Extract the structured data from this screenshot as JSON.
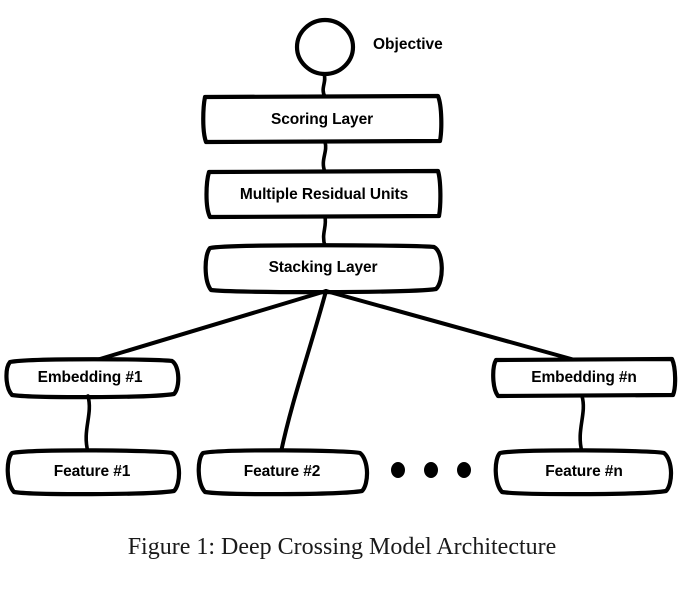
{
  "figure": {
    "caption": "Figure 1: Deep Crossing Model Architecture",
    "title_text": "Deep Crossing Model Architecture"
  },
  "chart_data": {
    "type": "diagram",
    "title": "Deep Crossing Model Architecture",
    "orientation": "bottom-up",
    "nodes": [
      {
        "id": "objective",
        "label": "Objective",
        "shape": "circle",
        "row": 0
      },
      {
        "id": "scoring_layer",
        "label": "Scoring Layer",
        "shape": "box",
        "row": 1
      },
      {
        "id": "residual_units",
        "label": "Multiple Residual Units",
        "shape": "box",
        "row": 2
      },
      {
        "id": "stacking_layer",
        "label": "Stacking Layer",
        "shape": "box",
        "row": 3
      },
      {
        "id": "embedding_1",
        "label": "Embedding #1",
        "shape": "box",
        "row": 4
      },
      {
        "id": "embedding_n",
        "label": "Embedding #n",
        "shape": "box",
        "row": 4
      },
      {
        "id": "feature_1",
        "label": "Feature #1",
        "shape": "box",
        "row": 5
      },
      {
        "id": "feature_2",
        "label": "Feature #2",
        "shape": "box",
        "row": 5
      },
      {
        "id": "feature_n",
        "label": "Feature #n",
        "shape": "box",
        "row": 5
      }
    ],
    "edges": [
      {
        "from": "scoring_layer",
        "to": "objective"
      },
      {
        "from": "residual_units",
        "to": "scoring_layer"
      },
      {
        "from": "stacking_layer",
        "to": "residual_units"
      },
      {
        "from": "embedding_1",
        "to": "stacking_layer"
      },
      {
        "from": "feature_2",
        "to": "stacking_layer"
      },
      {
        "from": "embedding_n",
        "to": "stacking_layer"
      },
      {
        "from": "feature_1",
        "to": "embedding_1"
      },
      {
        "from": "feature_n",
        "to": "embedding_n"
      }
    ],
    "ellipsis": {
      "label": "...",
      "dots": 3,
      "between": [
        "feature_2",
        "feature_n"
      ]
    },
    "style": {
      "stroke": "#000000",
      "fill": "#ffffff",
      "sketch": true
    }
  },
  "labels": {
    "objective": "Objective",
    "scoring_layer": "Scoring Layer",
    "residual_units": "Multiple Residual Units",
    "stacking_layer": "Stacking Layer",
    "embedding_1": "Embedding #1",
    "embedding_n": "Embedding #n",
    "feature_1": "Feature #1",
    "feature_2": "Feature #2",
    "feature_n": "Feature #n"
  }
}
